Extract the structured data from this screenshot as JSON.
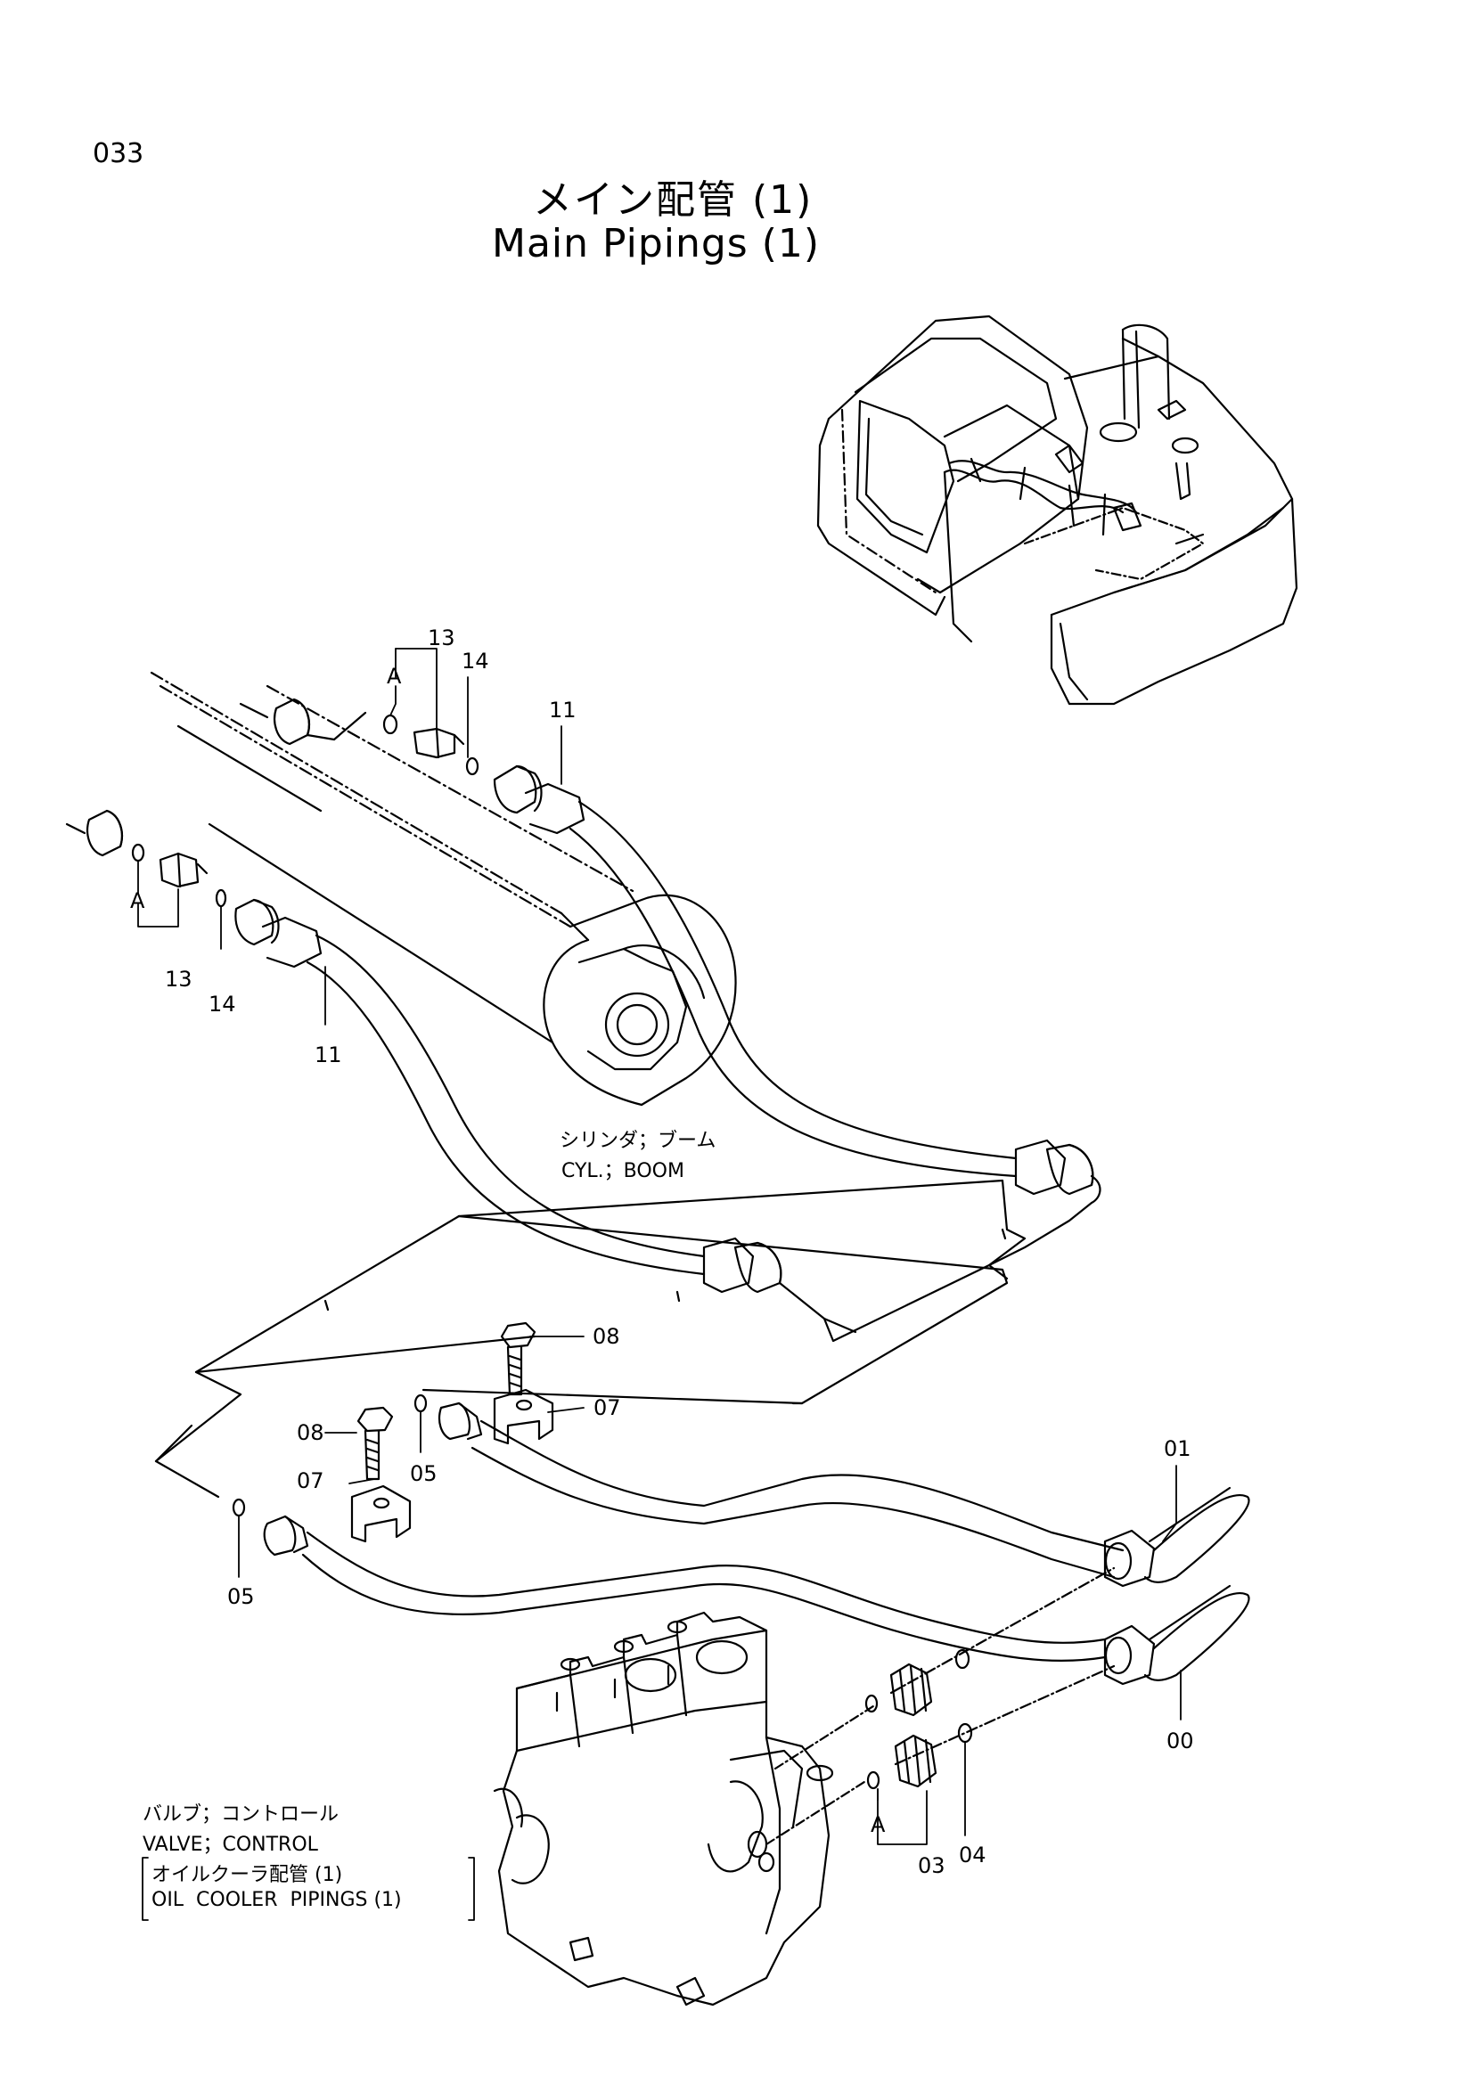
{
  "page_number": "033",
  "title_jp": "メイン配管 (1)",
  "title_en": "Main Pipings (1)",
  "captions": {
    "cylinder_jp": "シリンダ；ブーム",
    "cylinder_en": "CYL.；BOOM",
    "valve_jp": "バルブ；コントロール",
    "valve_en": "VALVE；CONTROL",
    "oil_cooler_jp": "オイルクーラ配管 (1)",
    "oil_cooler_en": "OIL  COOLER  PIPINGS (1)"
  },
  "part_labels": {
    "p13_top": "13",
    "p14_top": "14",
    "p11_top": "11",
    "a_top": "A",
    "a_left": "A",
    "p13_left": "13",
    "p14_left": "14",
    "p11_left": "11",
    "p08_right": "08",
    "p07_right": "07",
    "p08_left": "08",
    "p07_left": "07",
    "p05_mid": "05",
    "p05_left": "05",
    "p01": "01",
    "p00": "00",
    "a_bottom": "A",
    "p03": "03",
    "p04": "04"
  }
}
